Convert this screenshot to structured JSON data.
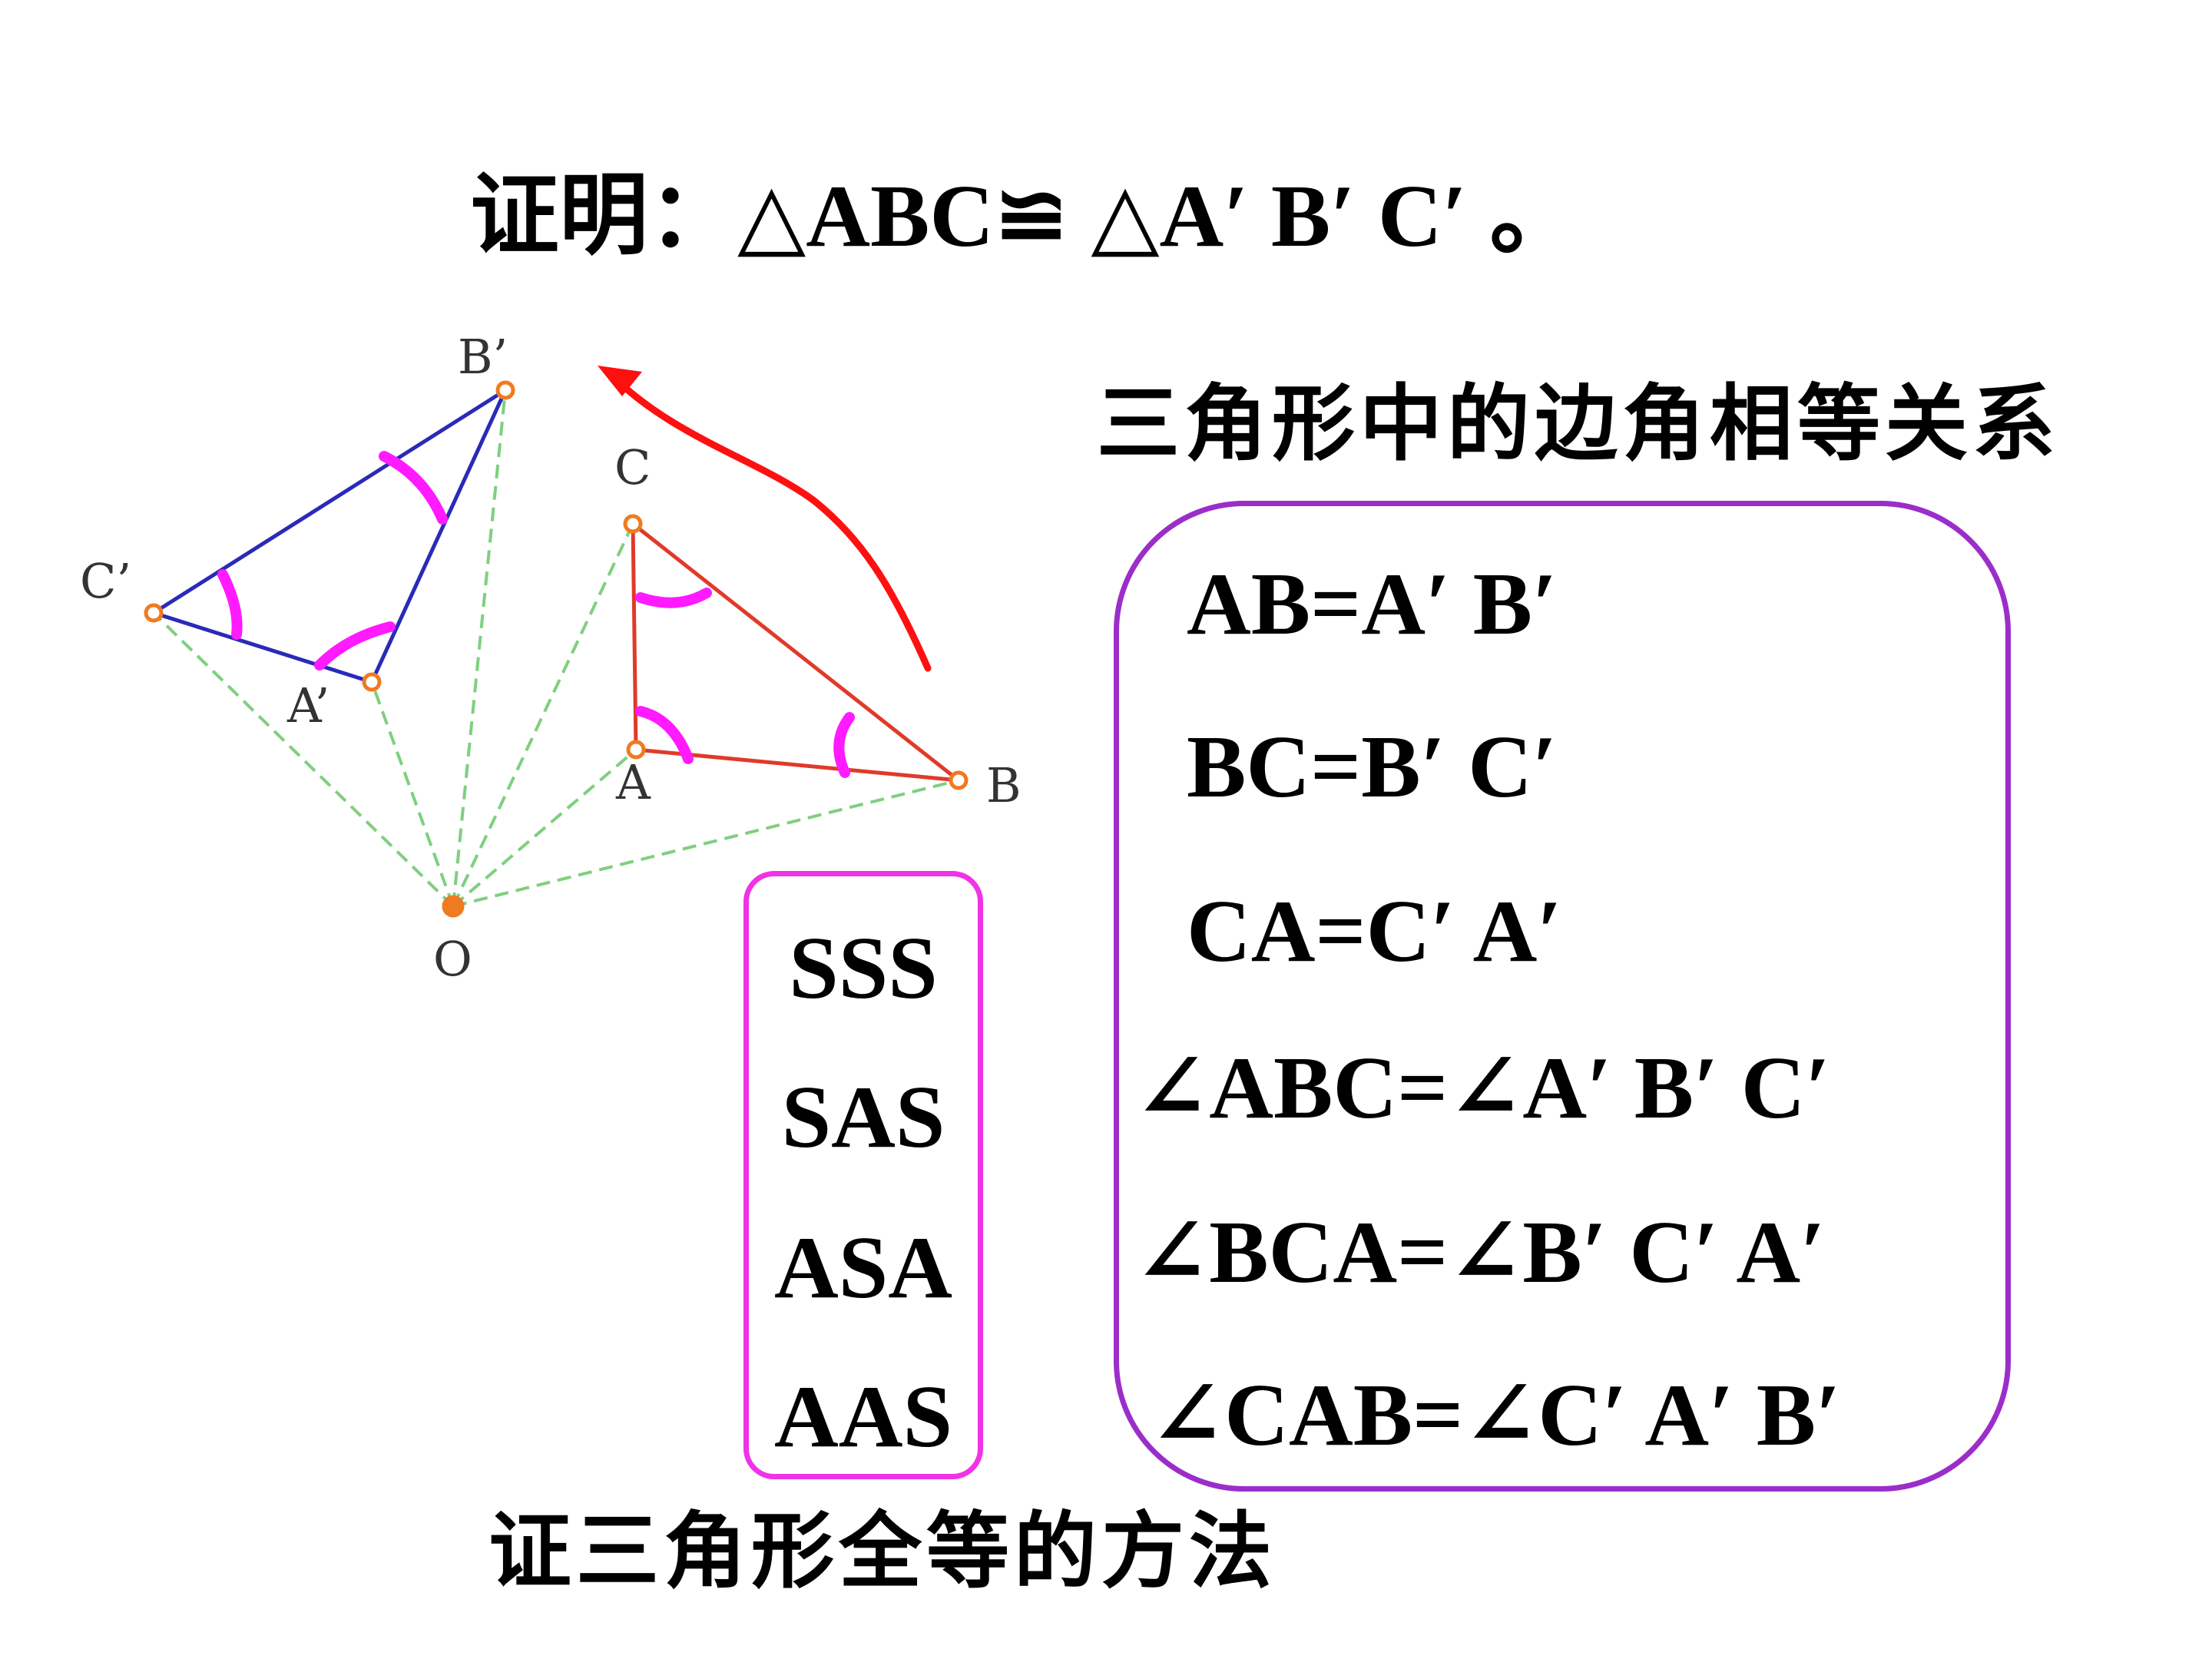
{
  "title": "证明：△ABC≌ △A′ B′ C′ 。",
  "subtitle": "三角形中的边角相等关系",
  "bottom_caption": "证三角形全等的方法",
  "methods": [
    "SSS",
    "SAS",
    "ASA",
    "AAS"
  ],
  "relations": [
    "AB=A′ B′",
    "BC=B′ C′",
    "CA=C′ A′",
    "∠ABC=∠A′ B′ C′",
    "∠BCA=∠B′ C′ A′",
    "∠CAB=∠C′ A′ B′"
  ],
  "diagram": {
    "labels": {
      "B_prime": "B’",
      "C_prime": "C’",
      "A_prime": "A’",
      "C": "C",
      "A": "A",
      "B": "B",
      "O": "O"
    },
    "colors": {
      "original_triangle": "#e03a2a",
      "rotated_triangle": "#2a2ab8",
      "angle_marks": "#ff1aff",
      "rotation_arrow": "#ff1010",
      "guide_lines": "#7fcf7f",
      "points": "#f07a20"
    }
  },
  "colors": {
    "methods_border": "#f033e6",
    "relations_border": "#9b2ec9"
  }
}
